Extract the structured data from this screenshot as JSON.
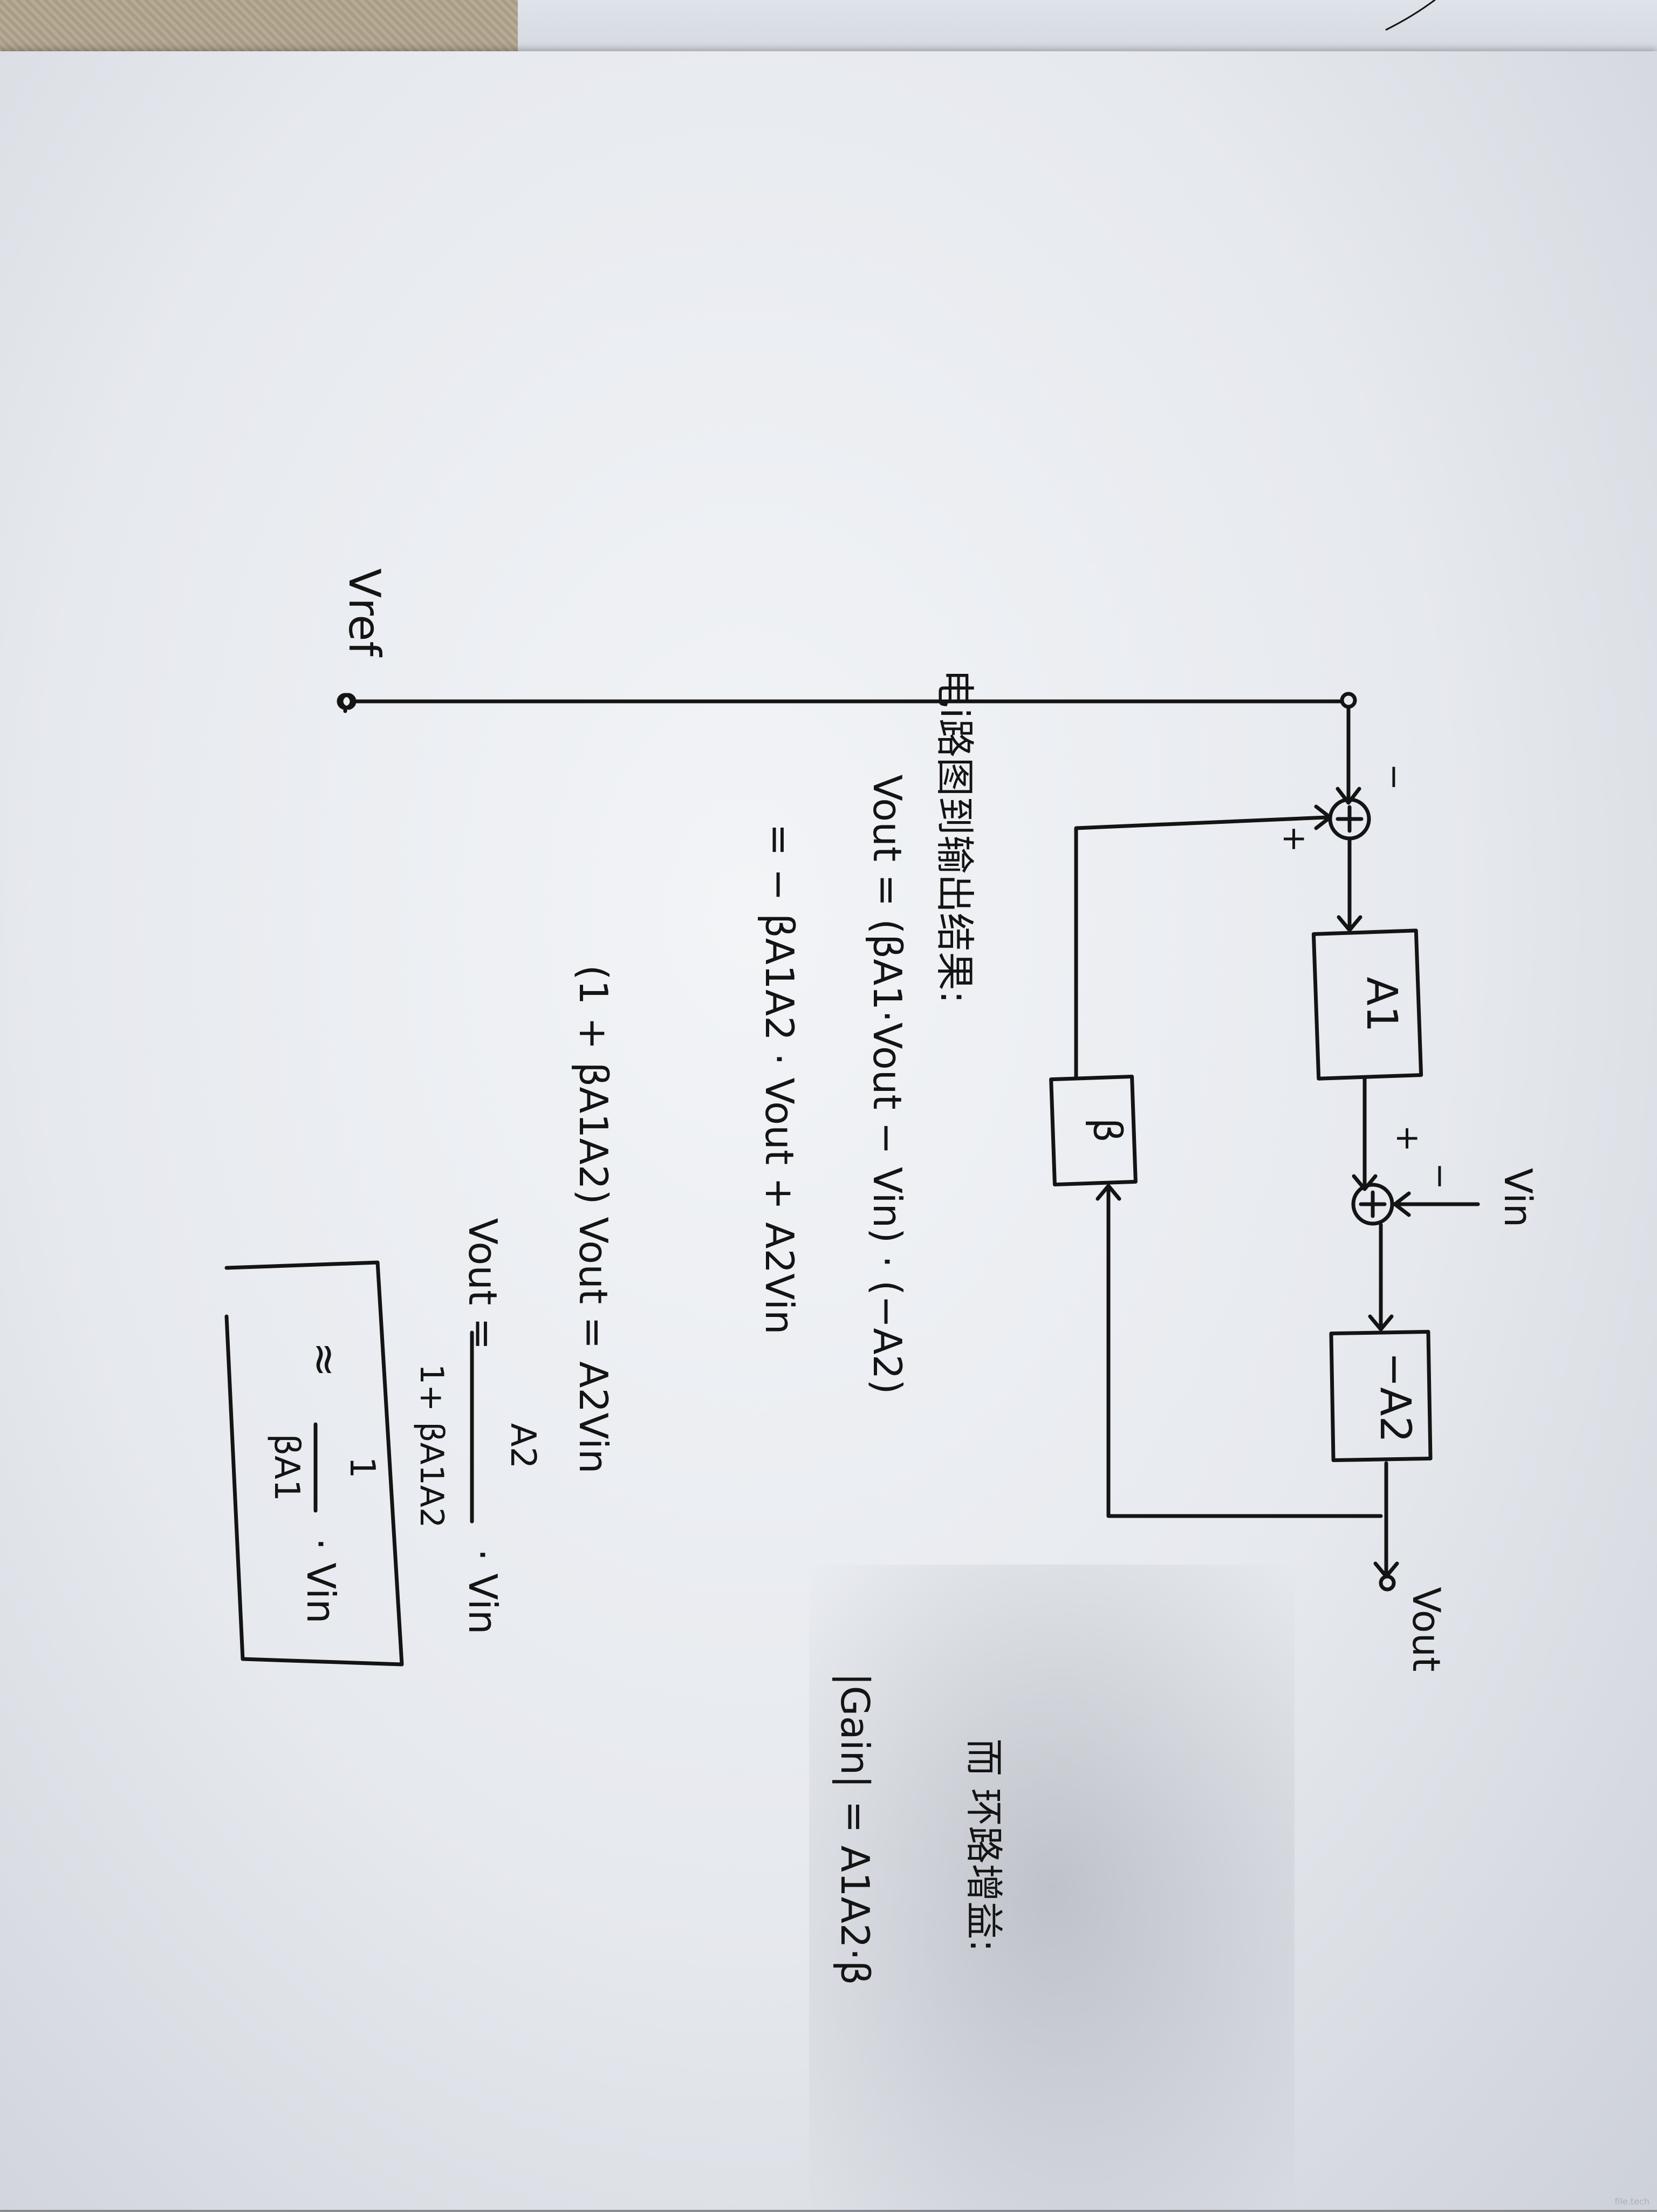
{
  "diagram": {
    "labels": {
      "vref": "Vref",
      "vin": "Vin",
      "vout": "Vout",
      "block_a1": "A1",
      "block_a2": "−A2",
      "block_beta": "β",
      "sign_plus": "+",
      "sign_minus": "−"
    }
  },
  "notes": {
    "heading": "电i路图到输出结果:",
    "eq1": "Vout = (βA1·Vout − Vin) · (−A2)",
    "eq2": "= − βA1A2 · Vout + A2Vin",
    "eq3": "(1 + βA1A2) Vout = A2Vin",
    "eq4_lhs": "Vout =",
    "eq4_num": "A2",
    "eq4_den": "1+ βA1A2",
    "eq4_rhs": "· Vin",
    "eq5_approx": "≈",
    "eq5_num": "1",
    "eq5_den": "βA1",
    "eq5_rhs": "· Vin",
    "loop_heading": "而 环路增益:",
    "loop_gain": "|Gain| = A1A2·β"
  },
  "footer": {
    "watermark": "file.tech"
  }
}
